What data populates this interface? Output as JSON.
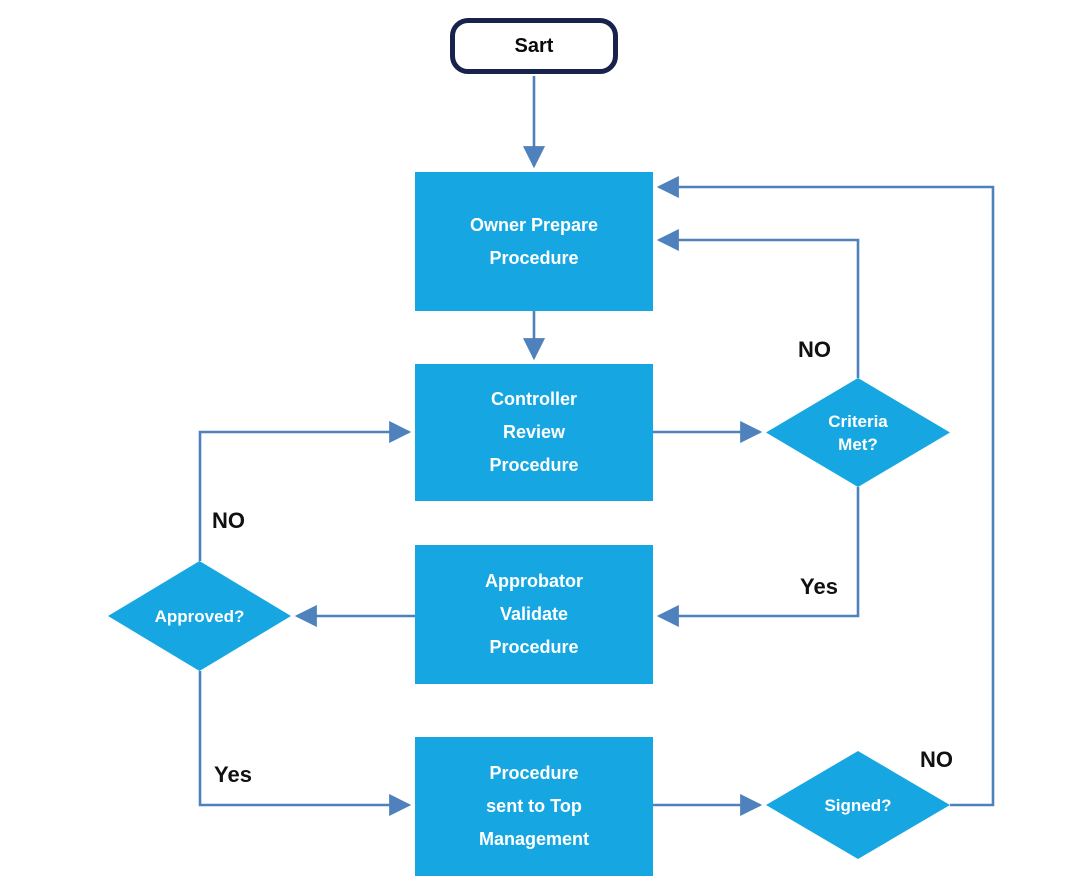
{
  "colors": {
    "node_fill": "#16a7e3",
    "arrow": "#4f81bd",
    "start_border": "#17224d",
    "label_text": "#111111",
    "node_text": "#ffffff",
    "background": "#ffffff"
  },
  "nodes": {
    "start": {
      "label": "Sart"
    },
    "owner_prepare": {
      "lines": [
        "Owner Prepare",
        "Procedure"
      ]
    },
    "controller_review": {
      "lines": [
        "Controller",
        "Review",
        "Procedure"
      ]
    },
    "criteria_met": {
      "lines": [
        "Criteria",
        "Met?"
      ]
    },
    "approbator_validate": {
      "lines": [
        "Approbator",
        "Validate",
        "Procedure"
      ]
    },
    "approved": {
      "label": "Approved?"
    },
    "procedure_sent": {
      "lines": [
        "Procedure",
        "sent to Top",
        "Management"
      ]
    },
    "signed": {
      "label": "Signed?"
    }
  },
  "edge_labels": {
    "criteria_no": "NO",
    "criteria_yes": "Yes",
    "approved_no": "NO",
    "approved_yes": "Yes",
    "signed_no": "NO"
  }
}
